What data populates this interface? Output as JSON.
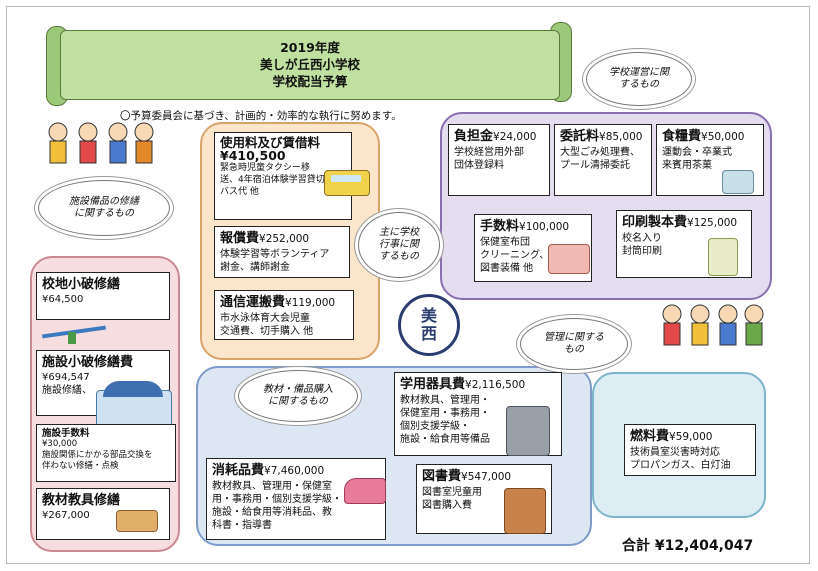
{
  "header": {
    "line1": "2019年度",
    "line2": "美しが丘西小学校",
    "line3": "学校配当予算"
  },
  "note": "〇予算委員会に基づき、計画的・効率的な執行に努めます。",
  "clouds": {
    "school_ops": [
      "学校運営に関",
      "するもの"
    ],
    "facility": [
      "施設備品の修繕",
      "に関するもの"
    ],
    "events": [
      "主に学校",
      "行事に関",
      "するもの"
    ],
    "materials": [
      "教材・備品購入",
      "に関するもの"
    ],
    "management": [
      "管理に関する",
      "もの"
    ]
  },
  "items": {
    "rental": {
      "title": "使用料及び賃借料",
      "amount": "¥410,500",
      "lines": [
        "緊急時児童タクシー移",
        "送、4年宿泊体験学習貸切",
        "バス代 他"
      ]
    },
    "reward": {
      "title": "報償費",
      "amount": "¥252,000",
      "lines": [
        "体験学習等ボランティア",
        "謝金、講師謝金"
      ]
    },
    "comm": {
      "title": "通信運搬費",
      "amount": "¥119,000",
      "lines": [
        "市水泳体育大会児童",
        "交通費、切手購入 他"
      ]
    },
    "burden": {
      "title": "負担金",
      "amount": "¥24,000",
      "lines": [
        "学校経営用外部",
        "団体登録料"
      ]
    },
    "consign": {
      "title": "委託料",
      "amount": "¥85,000",
      "lines": [
        "大型ごみ処理費、",
        "プール清掃委託"
      ]
    },
    "food": {
      "title": "食糧費",
      "amount": "¥50,000",
      "lines": [
        "運動会・卒業式",
        "来賓用茶菓"
      ]
    },
    "fee": {
      "title": "手数料",
      "amount": "¥100,000",
      "lines": [
        "保健室布団",
        "クリーニング、",
        "図書装備 他"
      ]
    },
    "print": {
      "title": "印刷製本費",
      "amount": "¥125,000",
      "lines": [
        "校名入り",
        "封筒印刷"
      ]
    },
    "ground": {
      "title": "校地小破修繕",
      "amount": "¥64,500"
    },
    "facility_rep": {
      "title": "施設小破修繕費",
      "amount": "¥694,547",
      "lines": [
        "施設修繕、"
      ]
    },
    "facility_fee": {
      "title": "施設手数料",
      "amount": "¥30,000",
      "lines": [
        "施設関係にかかる部品交換を",
        "伴わない修繕・点検"
      ]
    },
    "teaching_rep": {
      "title": "教材教具修繕",
      "amount": "¥267,000"
    },
    "supplies": {
      "title": "学用器具費",
      "amount": "¥2,116,500",
      "lines": [
        "教材教具、管理用・",
        "保健室用・事務用・",
        "個別支援学級・",
        "施設・給食用等備品"
      ]
    },
    "consumables": {
      "title": "消耗品費",
      "amount": "¥7,460,000",
      "lines": [
        "教材教具、管理用・保健室",
        "用・事務用・個別支援学級・",
        "施設・給食用等消耗品、教",
        "科書・指導書"
      ]
    },
    "books": {
      "title": "図書費",
      "amount": "¥547,000",
      "lines": [
        "図書室児童用",
        "図書購入費"
      ]
    },
    "fuel": {
      "title": "燃料費",
      "amount": "¥59,000",
      "lines": [
        "技術員室災害時対応",
        "プロパンガス、白灯油"
      ]
    }
  },
  "total": "合計 ¥12,404,047",
  "emblem_text": "美西",
  "colors": {
    "scroll": "#bfe0a0",
    "events_panel": "#fbe6cc",
    "ops_panel": "#e4dcef",
    "repair_panel": "#f6dde0",
    "materials_panel": "#dde6f3",
    "mgmt_panel": "#dcedf3"
  }
}
